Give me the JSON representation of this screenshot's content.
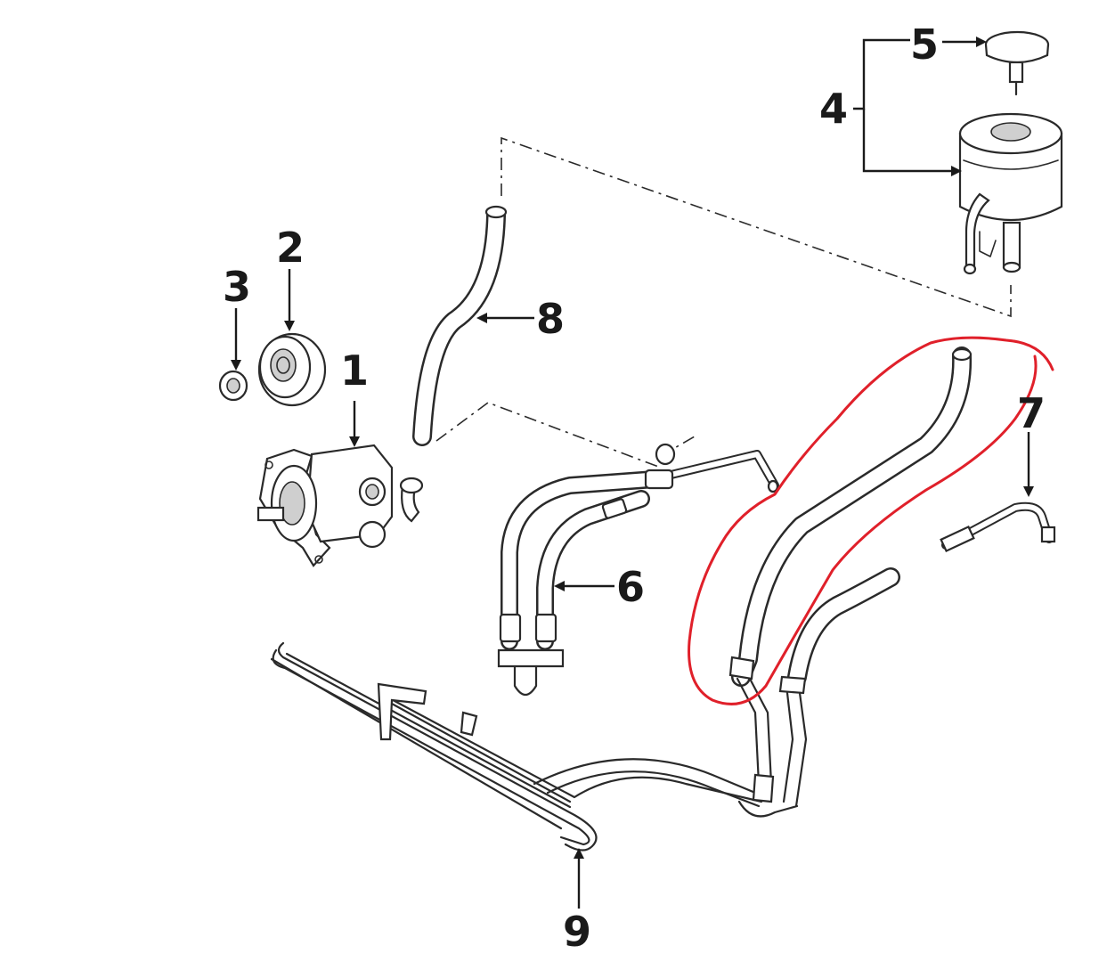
{
  "diagram": {
    "callouts": [
      {
        "id": "1",
        "label": "1"
      },
      {
        "id": "2",
        "label": "2"
      },
      {
        "id": "3",
        "label": "3"
      },
      {
        "id": "4",
        "label": "4"
      },
      {
        "id": "5",
        "label": "5"
      },
      {
        "id": "6",
        "label": "6"
      },
      {
        "id": "7",
        "label": "7"
      },
      {
        "id": "8",
        "label": "8"
      },
      {
        "id": "9",
        "label": "9"
      }
    ],
    "highlight_color": "#e0202a",
    "line_color": "#2a2a2a"
  }
}
